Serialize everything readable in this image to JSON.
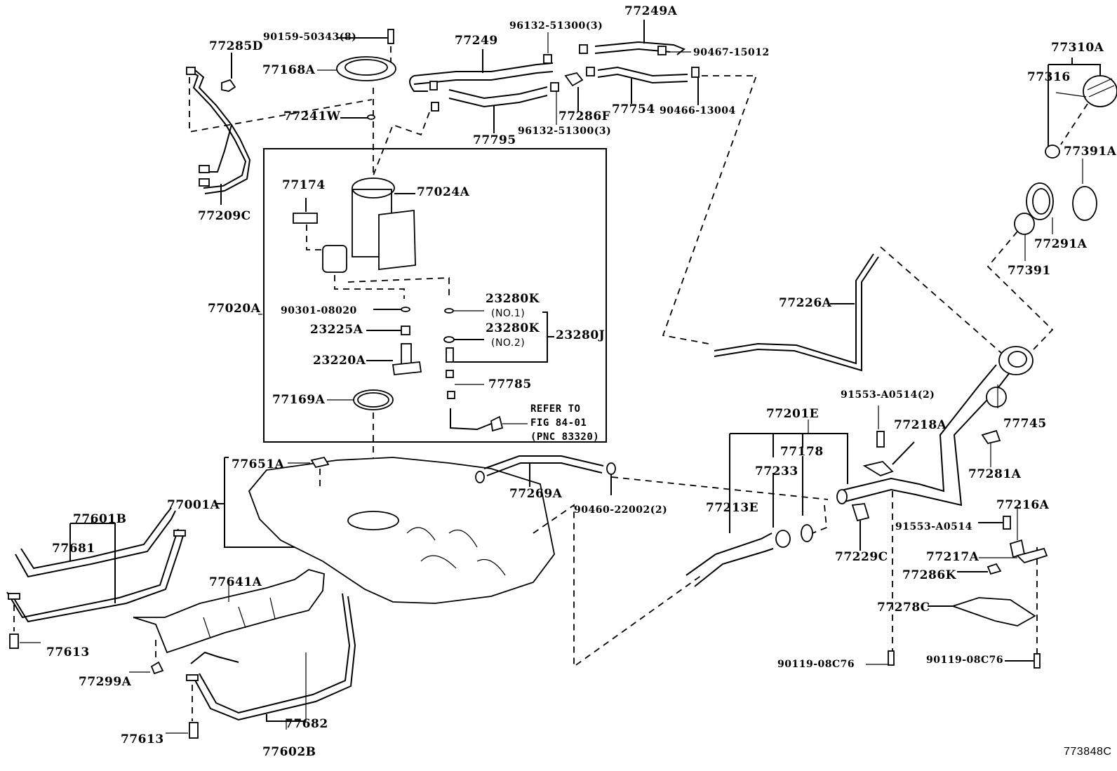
{
  "diagram": {
    "title": "Fuel tank & tube exploded parts diagram",
    "figure_id": "773848C",
    "labels": {
      "p77285D": "77285D",
      "p90159": "90159-50343(8)",
      "p77168A": "77168A",
      "p77241W": "77241W",
      "p77209C": "77209C",
      "p77249": "77249",
      "p96132a": "96132-51300(3)",
      "p77249A": "77249A",
      "p90467": "90467-15012",
      "p77795": "77795",
      "p96132b": "96132-51300(3)",
      "p77286F": "77286F",
      "p77754": "77754",
      "p90466": "90466-13004",
      "p77310A": "77310A",
      "p77316": "77316",
      "p77391A": "77391A",
      "p77291A": "77291A",
      "p77391": "77391",
      "p77174": "77174",
      "p77024A": "77024A",
      "p77020A": "77020A",
      "p90301": "90301-08020",
      "p23280K1": "23280K",
      "p23280K1sub": "(NO.1)",
      "p23225A": "23225A",
      "p23280K2": "23280K",
      "p23280K2sub": "(NO.2)",
      "p23280J": "23280J",
      "p23220A": "23220A",
      "p77785": "77785",
      "p77169A": "77169A",
      "refer1": "REFER TO",
      "refer2": "FIG 84-01",
      "refer3": "(PNC 83320)",
      "p77226A": "77226A",
      "p77651A": "77651A",
      "p77001A": "77001A",
      "p77269A": "77269A",
      "p90460": "90460-22002(2)",
      "p77601B": "77601B",
      "p77681": "77681",
      "p77641A": "77641A",
      "p77613a": "77613",
      "p77299A": "77299A",
      "p77682": "77682",
      "p77613b": "77613",
      "p77602B": "77602B",
      "p77201E": "77201E",
      "p77178": "77178",
      "p77233": "77233",
      "p77213E": "77213E",
      "p91553a": "91553-A0514(2)",
      "p77218A": "77218A",
      "p77229C": "77229C",
      "p77745": "77745",
      "p77281A": "77281A",
      "p77216A": "77216A",
      "p91553b": "91553-A0514",
      "p77217A": "77217A",
      "p77286K": "77286K",
      "p77278C": "77278C",
      "p90119a": "90119-08C76",
      "p90119b": "90119-08C76"
    }
  }
}
